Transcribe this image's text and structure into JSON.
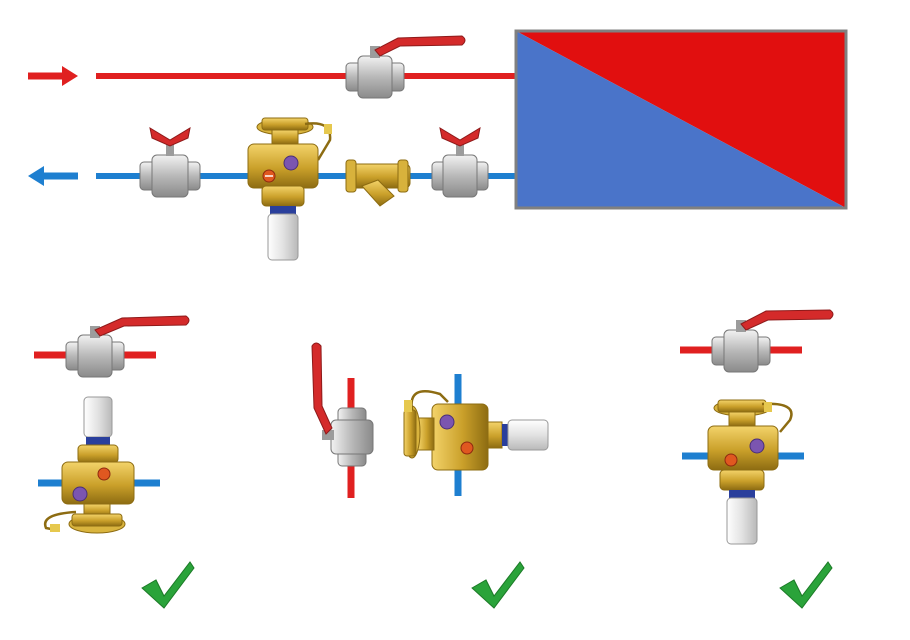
{
  "diagram": {
    "top": {
      "supply_arrow": "red-right-arrow-icon",
      "return_arrow": "blue-left-arrow-icon",
      "heat_exchanger": "heat-exchanger-block"
    },
    "variants": [
      {
        "id": "left",
        "mark": "green-check-icon"
      },
      {
        "id": "middle",
        "mark": "green-check-icon"
      },
      {
        "id": "right",
        "mark": "green-check-icon"
      }
    ]
  },
  "colors": {
    "hot": "#e02020",
    "cold": "#1e7fd0",
    "hx_red": "#e10f0f",
    "hx_blue": "#4a74c9",
    "hx_border": "#808080",
    "brass": "#c9a227",
    "brass_dark": "#8a6d10",
    "chrome": "#bfbfbf",
    "chrome_dark": "#7a7a7a",
    "handle": "#d42a2a",
    "actuator": "#e6e6e6",
    "check": "#2aa33a"
  }
}
